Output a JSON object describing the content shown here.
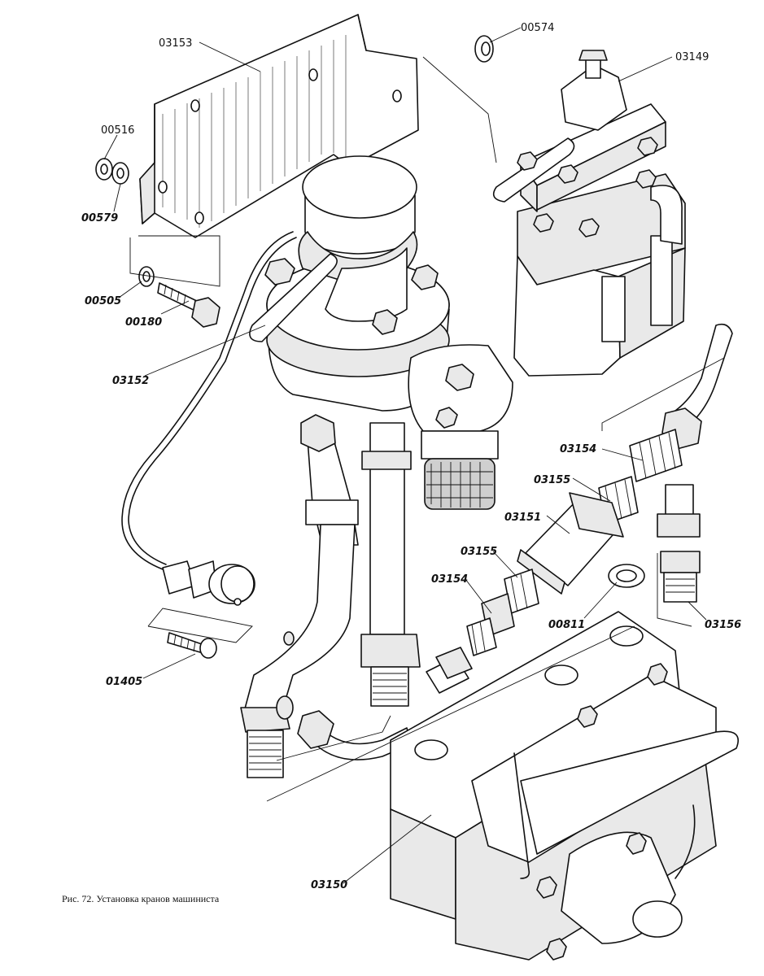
{
  "figure": {
    "caption": "Рис. 72. Установка кранов машиниста"
  },
  "parts": {
    "p03153": "03153",
    "p00574": "00574",
    "p03149": "03149",
    "p00516": "00516",
    "p00579": "00579",
    "p00505": "00505",
    "p00180": "00180",
    "p03152": "03152",
    "p03154a": "03154",
    "p03155a": "03155",
    "p03151": "03151",
    "p03155b": "03155",
    "p03154b": "03154",
    "p00811": "00811",
    "p03156": "03156",
    "p01405": "01405",
    "p03150": "03150"
  }
}
